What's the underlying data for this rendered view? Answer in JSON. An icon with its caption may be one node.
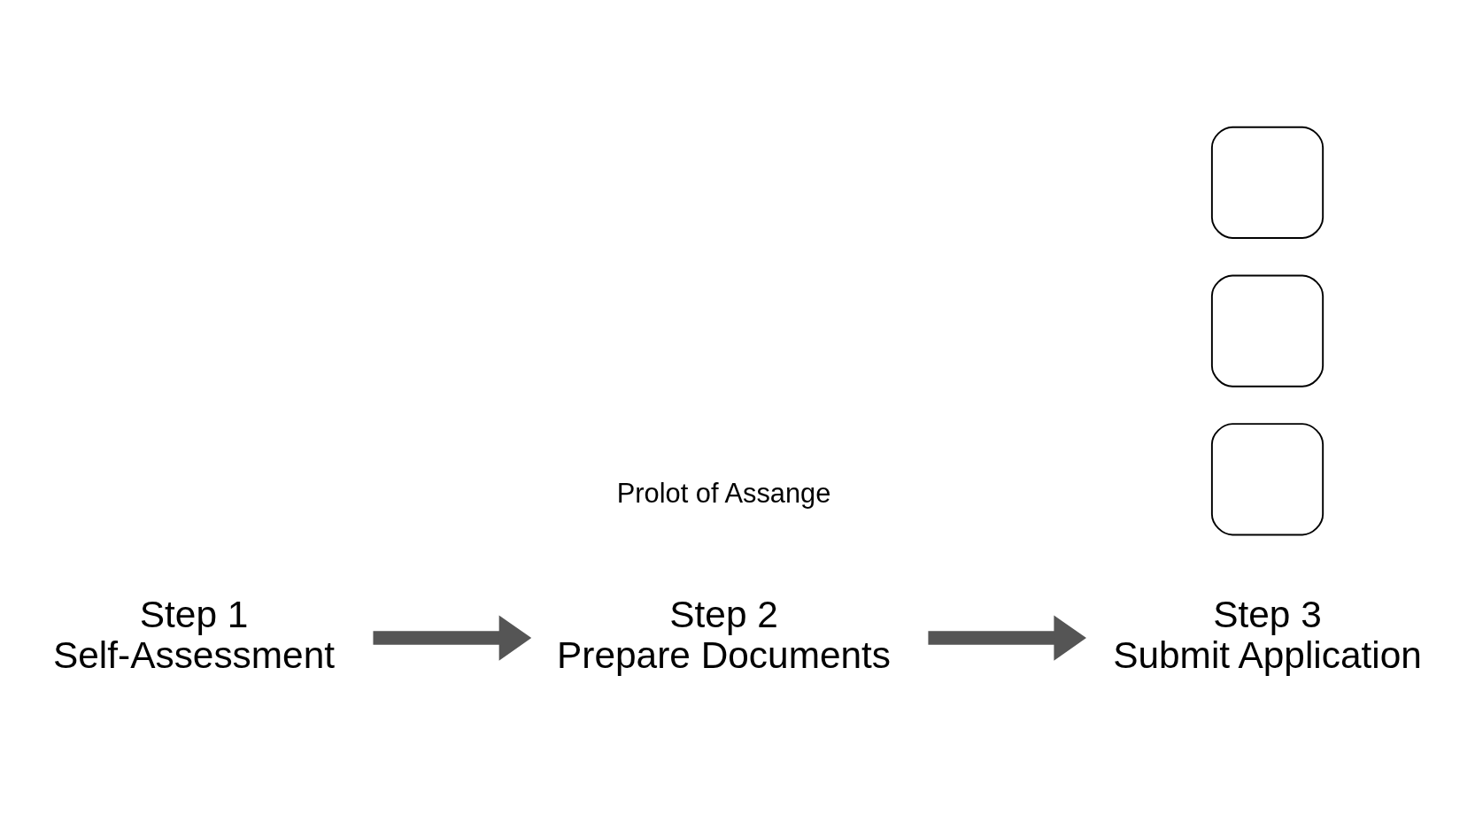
{
  "diagram": {
    "nodes": [
      {
        "text": [
          "Step 1",
          "Self-Assessment"
        ]
      },
      {
        "text": [
          "Step 2",
          "Prepare Documents"
        ]
      },
      {
        "text": [
          "Step 3",
          "Submit Application"
        ]
      },
      {
        "text": [],
        "shape": "box"
      },
      {
        "text": [],
        "shape": "box"
      },
      {
        "text": [],
        "shape": "box"
      }
    ],
    "edges": [
      {
        "from": 0,
        "to": 1,
        "arrow": "to"
      },
      {
        "from": 1,
        "to": 2,
        "arrow": "to"
      }
    ],
    "labels": [
      "Prolot of Assange"
    ]
  }
}
